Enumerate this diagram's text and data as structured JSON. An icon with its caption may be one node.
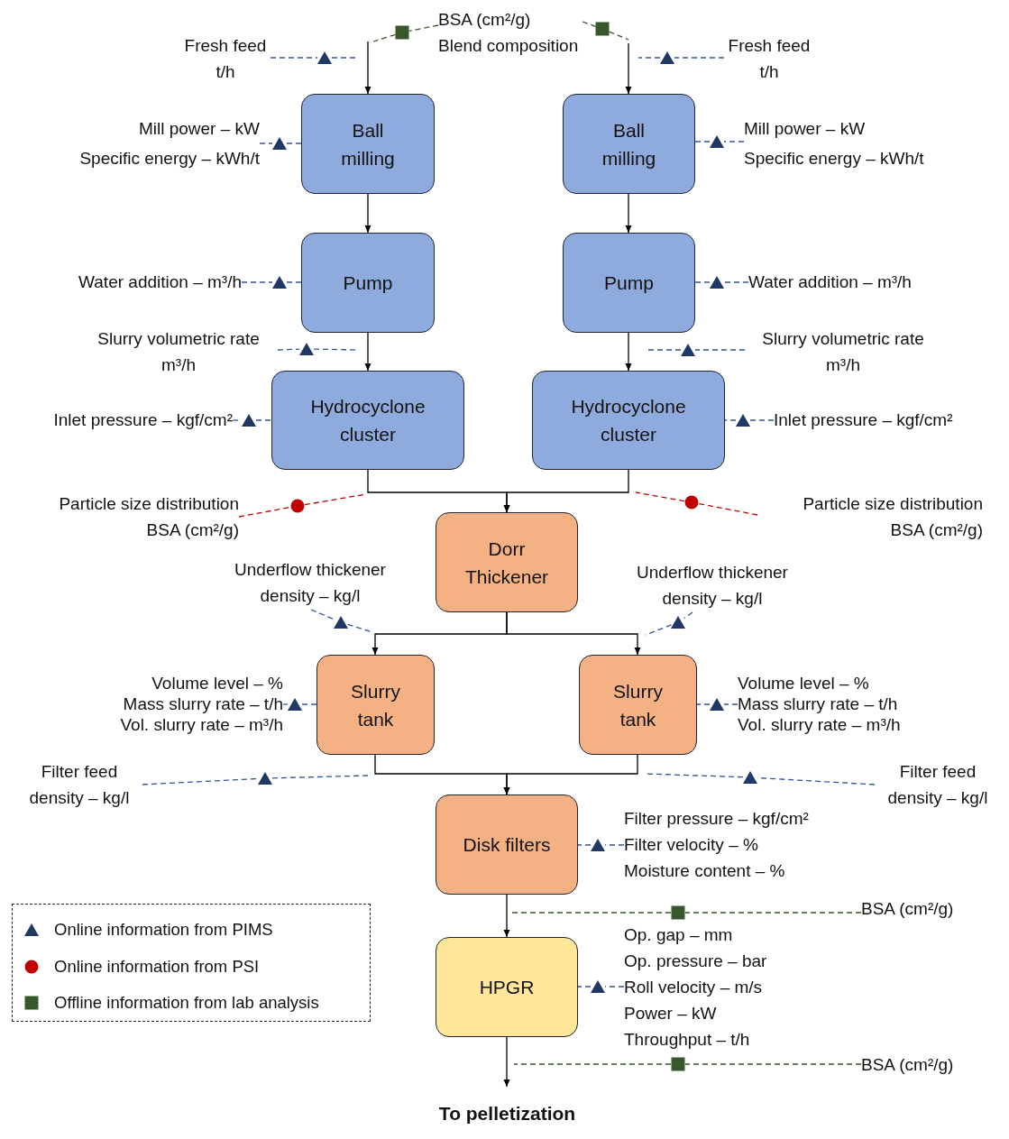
{
  "diagram": {
    "nodes": [
      {
        "text": [
          "Ball milling"
        ]
      },
      {
        "text": [
          "Ball milling"
        ]
      },
      {
        "text": [
          "Pump"
        ]
      },
      {
        "text": [
          "Pump"
        ]
      },
      {
        "text": [
          "Hydrocyclone cluster"
        ]
      },
      {
        "text": [
          "Hydrocyclone cluster"
        ]
      },
      {
        "text": [
          "Dorr Thickener"
        ]
      },
      {
        "text": [
          "Slurry tank"
        ]
      },
      {
        "text": [
          "Slurry tank"
        ]
      },
      {
        "text": [
          "Disk filters"
        ]
      },
      {
        "text": [
          "HPGR"
        ]
      },
      {
        "text": [
          "To pelletization"
        ]
      },
      {
        "text": [
          "Fresh feed t/h"
        ]
      },
      {
        "text": [
          "BSA (cm²/g)",
          "Blend composition"
        ]
      },
      {
        "text": [
          "Fresh feed t/h"
        ]
      },
      {
        "text": [
          "Mill power – kW",
          "Specific energy – kWh/t"
        ]
      },
      {
        "text": [
          "Mill power – kW",
          "Specific energy – kWh/t"
        ]
      },
      {
        "text": [
          "Water addition – m³/h"
        ]
      },
      {
        "text": [
          "Water addition – m³/h"
        ]
      },
      {
        "text": [
          "Slurry volumetric rate m³/h"
        ]
      },
      {
        "text": [
          "Slurry volumetric rate m³/h"
        ]
      },
      {
        "text": [
          "Inlet pressure – kgf/cm²"
        ]
      },
      {
        "text": [
          "Inlet pressure – kgf/cm²"
        ]
      },
      {
        "text": [
          "Particle size distribution",
          "BSA (cm²/g)"
        ]
      },
      {
        "text": [
          "Particle size distribution",
          "BSA (cm²/g)"
        ]
      },
      {
        "text": [
          "Underflow thickener density – kg/l"
        ]
      },
      {
        "text": [
          "Underflow thickener density – kg/l"
        ]
      },
      {
        "text": [
          "Volume level – %",
          "Mass slurry rate – t/h",
          "Vol. slurry rate – m³/h"
        ]
      },
      {
        "text": [
          "Volume level – %",
          "Mass slurry rate – t/h",
          "Vol. slurry rate – m³/h"
        ]
      },
      {
        "text": [
          "Filter feed density – kg/l"
        ]
      },
      {
        "text": [
          "Filter feed density – kg/l"
        ]
      },
      {
        "text": [
          "Filter pressure – kgf/cm²",
          "Filter velocity – %",
          "Moisture content – %"
        ]
      },
      {
        "text": [
          "BSA (cm²/g)"
        ]
      },
      {
        "text": [
          "Op. gap – mm",
          "Op. pressure – bar",
          "Roll velocity – m/s",
          "Power – kW",
          "Throughput – t/h"
        ]
      },
      {
        "text": [
          "BSA (cm²/g)"
        ]
      },
      {
        "text": [],
        "shape": "triangle"
      },
      {
        "text": [],
        "shape": "square"
      },
      {
        "text": [],
        "shape": "square"
      },
      {
        "text": [],
        "shape": "triangle"
      },
      {
        "text": [],
        "shape": "triangle"
      },
      {
        "text": [],
        "shape": "triangle"
      },
      {
        "text": [],
        "shape": "triangle"
      },
      {
        "text": [],
        "shape": "triangle"
      },
      {
        "text": [],
        "shape": "triangle"
      },
      {
        "text": [],
        "shape": "triangle"
      },
      {
        "text": [],
        "shape": "triangle"
      },
      {
        "text": [],
        "shape": "triangle"
      },
      {
        "text": [],
        "shape": "circle"
      },
      {
        "text": [],
        "shape": "circle"
      },
      {
        "text": [],
        "shape": "triangle"
      },
      {
        "text": [],
        "shape": "triangle"
      },
      {
        "text": [],
        "shape": "triangle"
      },
      {
        "text": [],
        "shape": "triangle"
      },
      {
        "text": [],
        "shape": "triangle"
      },
      {
        "text": [],
        "shape": "triangle"
      },
      {
        "text": [],
        "shape": "triangle"
      },
      {
        "text": [],
        "shape": "square"
      },
      {
        "text": [],
        "shape": "triangle"
      },
      {
        "text": [],
        "shape": "square"
      }
    ],
    "edges": [
      {
        "from": null,
        "to": 0,
        "arrow": "to",
        "color": "#000000"
      },
      {
        "from": null,
        "to": 1,
        "arrow": "to",
        "color": "#000000"
      },
      {
        "from": 0,
        "to": 2,
        "arrow": "to",
        "color": "#000000"
      },
      {
        "from": 1,
        "to": 3,
        "arrow": "to",
        "color": "#000000"
      },
      {
        "from": 2,
        "to": 4,
        "arrow": "to",
        "color": "#000000"
      },
      {
        "from": 3,
        "to": 5,
        "arrow": "to",
        "color": "#000000"
      },
      {
        "from": 4,
        "to": 6,
        "arrow": "to",
        "color": "#000000"
      },
      {
        "from": 5,
        "to": 6,
        "arrow": "to",
        "color": "#000000"
      },
      {
        "from": 6,
        "to": 7,
        "arrow": "to",
        "color": "#000000"
      },
      {
        "from": 6,
        "to": 8,
        "arrow": "to",
        "color": "#000000"
      },
      {
        "from": 7,
        "to": 9,
        "arrow": "to",
        "color": "#000000"
      },
      {
        "from": 8,
        "to": 9,
        "arrow": "to",
        "color": "#000000"
      },
      {
        "from": 9,
        "to": 10,
        "arrow": "to",
        "color": "#000000"
      },
      {
        "from": 10,
        "to": 11,
        "arrow": "to",
        "color": "#000000"
      },
      {
        "from": 12,
        "to": 35,
        "arrow": "none",
        "style": "dashed"
      },
      {
        "from": 35,
        "to": null,
        "arrow": "none",
        "style": "dashed"
      },
      {
        "from": 13,
        "to": 36,
        "arrow": "none",
        "style": "dashed",
        "color": "#38572a"
      },
      {
        "from": 36,
        "to": null,
        "arrow": "none",
        "style": "dashed",
        "color": "#38572a"
      },
      {
        "from": 13,
        "to": 37,
        "arrow": "none",
        "style": "dashed",
        "color": "#38572a"
      },
      {
        "from": 37,
        "to": null,
        "arrow": "none",
        "style": "dashed",
        "color": "#38572a"
      },
      {
        "from": 14,
        "to": 38,
        "arrow": "none",
        "style": "dashed"
      },
      {
        "from": 38,
        "to": null,
        "arrow": "none",
        "style": "dashed"
      },
      {
        "from": 15,
        "to": 39,
        "arrow": "none",
        "style": "dashed"
      },
      {
        "from": 39,
        "to": 0,
        "arrow": "none",
        "style": "dashed"
      },
      {
        "from": 16,
        "to": 40,
        "arrow": "none",
        "style": "dashed"
      },
      {
        "from": 40,
        "to": 1,
        "arrow": "none",
        "style": "dashed"
      },
      {
        "from": 17,
        "to": 41,
        "arrow": "none",
        "style": "dashed"
      },
      {
        "from": 41,
        "to": 2,
        "arrow": "none",
        "style": "dashed"
      },
      {
        "from": 18,
        "to": 42,
        "arrow": "none",
        "style": "dashed"
      },
      {
        "from": 42,
        "to": 3,
        "arrow": "none",
        "style": "dashed"
      },
      {
        "from": 19,
        "to": 43,
        "arrow": "none",
        "style": "dashed"
      },
      {
        "from": 43,
        "to": null,
        "arrow": "none",
        "style": "dashed"
      },
      {
        "from": 20,
        "to": 44,
        "arrow": "none",
        "style": "dashed"
      },
      {
        "from": 44,
        "to": null,
        "arrow": "none",
        "style": "dashed"
      },
      {
        "from": 21,
        "to": 45,
        "arrow": "none",
        "style": "dashed"
      },
      {
        "from": 45,
        "to": 4,
        "arrow": "none",
        "style": "dashed"
      },
      {
        "from": 22,
        "to": 46,
        "arrow": "none",
        "style": "dashed"
      },
      {
        "from": 46,
        "to": 5,
        "arrow": "none",
        "style": "dashed"
      },
      {
        "from": 23,
        "to": 47,
        "arrow": "none",
        "style": "dashed",
        "color": "#c00000"
      },
      {
        "from": 47,
        "to": null,
        "arrow": "none",
        "style": "dashed",
        "color": "#c00000"
      },
      {
        "from": 24,
        "to": 48,
        "arrow": "none",
        "style": "dashed",
        "color": "#c00000"
      },
      {
        "from": 48,
        "to": null,
        "arrow": "none",
        "style": "dashed",
        "color": "#c00000"
      },
      {
        "from": 25,
        "to": 49,
        "arrow": "none",
        "style": "dashed"
      },
      {
        "from": 49,
        "to": null,
        "arrow": "none",
        "style": "dashed"
      },
      {
        "from": 26,
        "to": 50,
        "arrow": "none",
        "style": "dashed"
      },
      {
        "from": 50,
        "to": null,
        "arrow": "none",
        "style": "dashed"
      },
      {
        "from": 27,
        "to": 51,
        "arrow": "none",
        "style": "dashed"
      },
      {
        "from": 51,
        "to": 7,
        "arrow": "none",
        "style": "dashed"
      },
      {
        "from": 28,
        "to": 52,
        "arrow": "none",
        "style": "dashed"
      },
      {
        "from": 52,
        "to": 8,
        "arrow": "none",
        "style": "dashed"
      },
      {
        "from": 29,
        "to": 53,
        "arrow": "none",
        "style": "dashed"
      },
      {
        "from": 53,
        "to": null,
        "arrow": "none",
        "style": "dashed"
      },
      {
        "from": 30,
        "to": 54,
        "arrow": "none",
        "style": "dashed"
      },
      {
        "from": 54,
        "to": null,
        "arrow": "none",
        "style": "dashed"
      },
      {
        "from": 31,
        "to": 55,
        "arrow": "none",
        "style": "dashed"
      },
      {
        "from": 55,
        "to": 9,
        "arrow": "none",
        "style": "dashed"
      },
      {
        "from": 32,
        "to": 56,
        "arrow": "none",
        "style": "dashed",
        "color": "#38572a"
      },
      {
        "from": 56,
        "to": null,
        "arrow": "none",
        "style": "dashed",
        "color": "#38572a"
      },
      {
        "from": 33,
        "to": 57,
        "arrow": "none",
        "style": "dashed"
      },
      {
        "from": 57,
        "to": 10,
        "arrow": "none",
        "style": "dashed"
      },
      {
        "from": 34,
        "to": 58,
        "arrow": "none",
        "style": "dashed",
        "color": "#38572a"
      },
      {
        "from": 58,
        "to": null,
        "arrow": "none",
        "style": "dashed",
        "color": "#38572a"
      }
    ],
    "legend": [
      {
        "text": "Online information from PIMS"
      },
      {
        "text": "Online information from PSI"
      },
      {
        "text": "Offline information from lab analysis"
      }
    ]
  }
}
